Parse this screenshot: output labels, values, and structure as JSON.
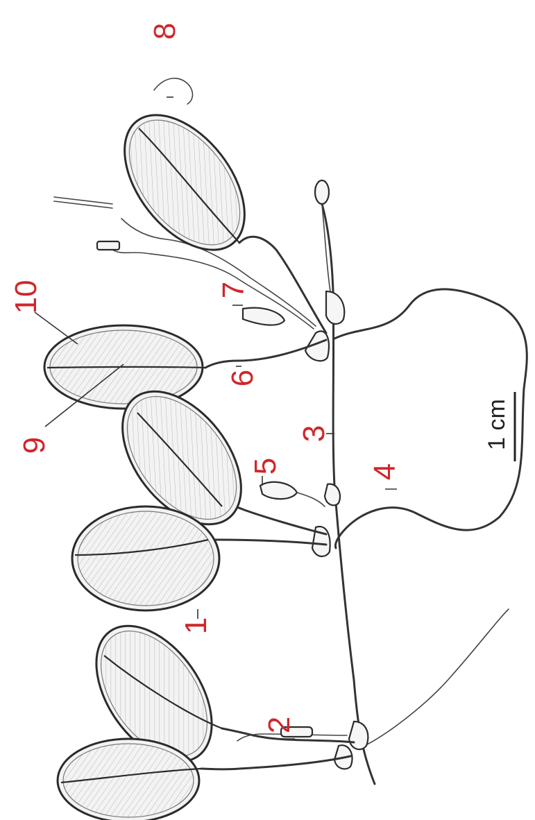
{
  "figure": {
    "labels": [
      "1",
      "2",
      "3",
      "4",
      "5",
      "6",
      "7",
      "8",
      "9",
      "10"
    ],
    "scale_bar": {
      "text": "1 cm"
    }
  }
}
